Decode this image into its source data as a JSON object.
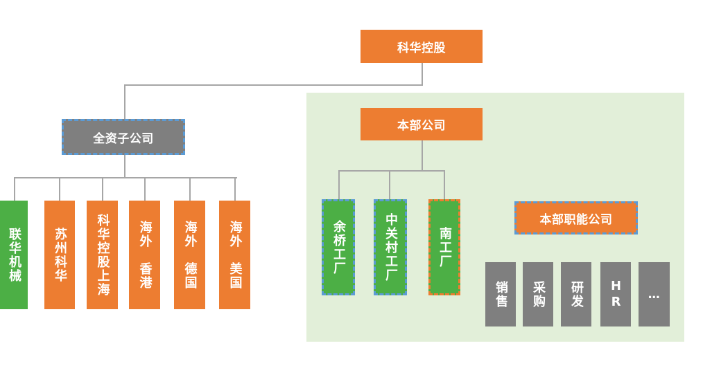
{
  "title": "科华控股",
  "colors": {
    "orange": "#ed7d31",
    "green": "#4caf45",
    "gray": "#7f7f7f",
    "connector": "#a6a6a6",
    "highlight_border": "#5b9bd5",
    "region_background": "#e2efd9"
  },
  "left_branch": {
    "label": "全资子公司",
    "children": [
      {
        "label": "联华机械",
        "color": "green"
      },
      {
        "label": "苏州科华",
        "color": "orange"
      },
      {
        "label": "科华控股上海",
        "color": "orange"
      },
      {
        "label": "海外　香港",
        "color": "orange"
      },
      {
        "label": "海外　德国",
        "color": "orange"
      },
      {
        "label": "海外　美国",
        "color": "orange"
      }
    ]
  },
  "right_branch": {
    "label": "本部公司",
    "factories": [
      {
        "label": "余桥工厂",
        "color": "green"
      },
      {
        "label": "中关村工厂",
        "color": "green"
      },
      {
        "label": "南工厂",
        "color": "green"
      }
    ],
    "function_label": "本部职能公司",
    "departments": [
      {
        "label": "销售"
      },
      {
        "label": "采购"
      },
      {
        "label": "研发"
      },
      {
        "label": "HR"
      },
      {
        "label": "…"
      }
    ]
  }
}
